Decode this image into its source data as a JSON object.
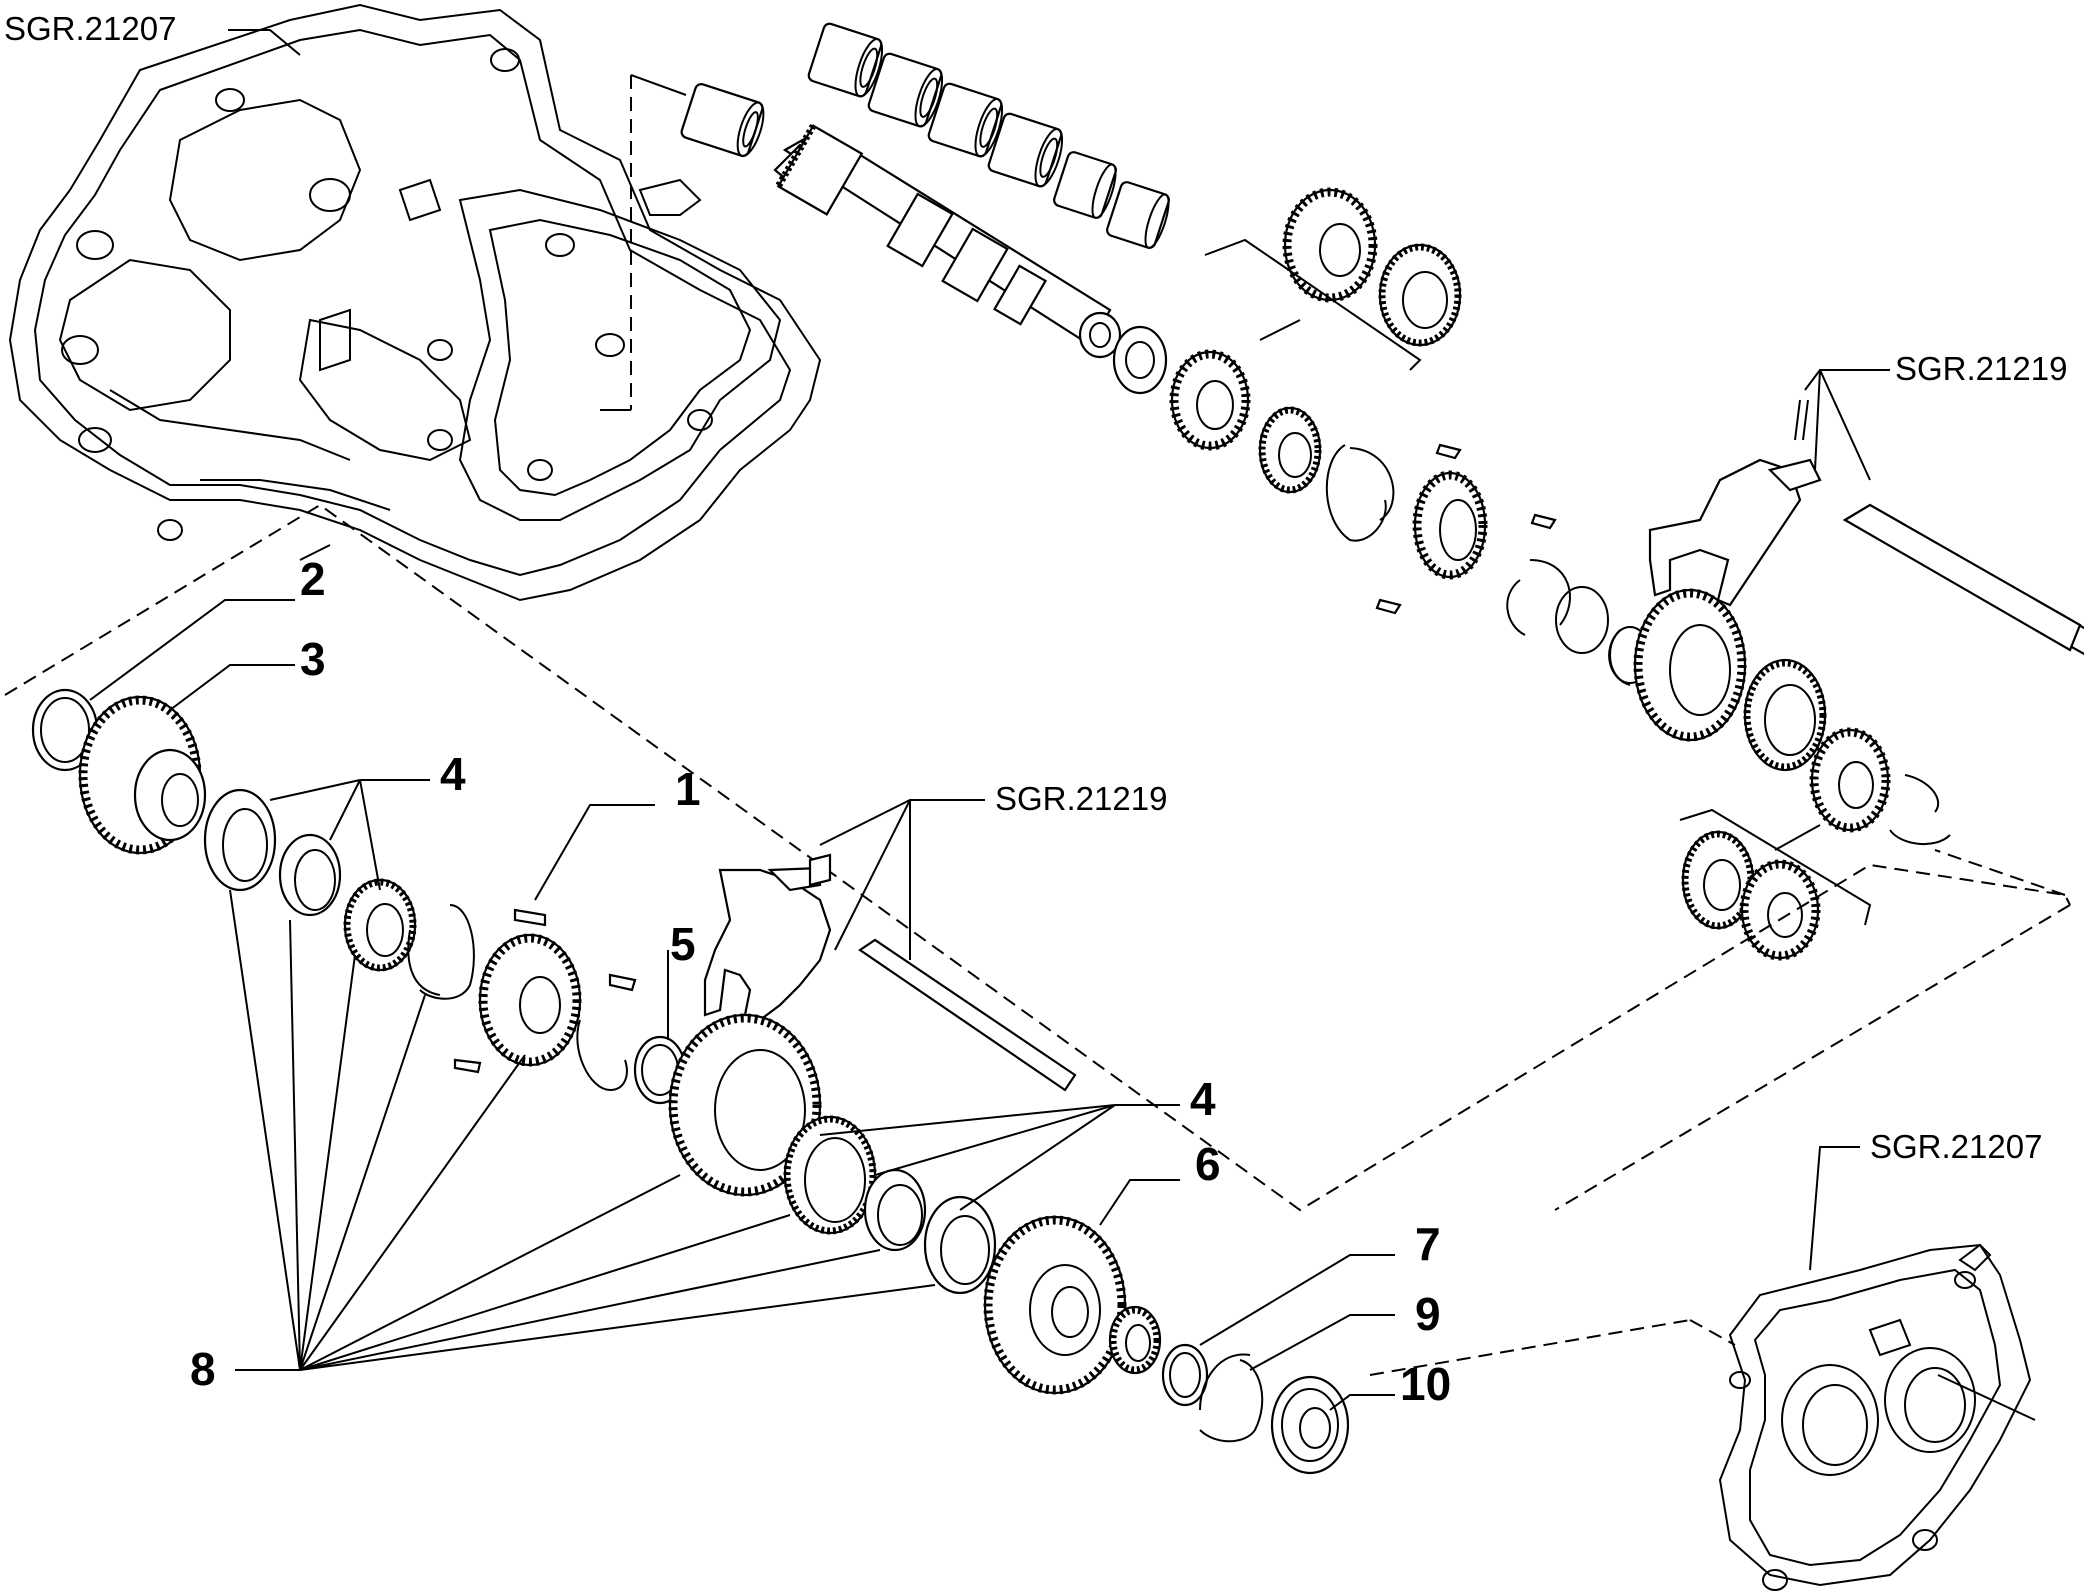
{
  "references": {
    "ref_top_left": "SGR.21207",
    "ref_top_right": "SGR.21219",
    "ref_middle": "SGR.21219",
    "ref_bottom_right": "SGR.21207"
  },
  "part_numbers": {
    "p1": "1",
    "p2": "2",
    "p3": "3",
    "p4a": "4",
    "p4b": "4",
    "p5": "5",
    "p6": "6",
    "p7": "7",
    "p8": "8",
    "p9": "9",
    "p10": "10"
  }
}
